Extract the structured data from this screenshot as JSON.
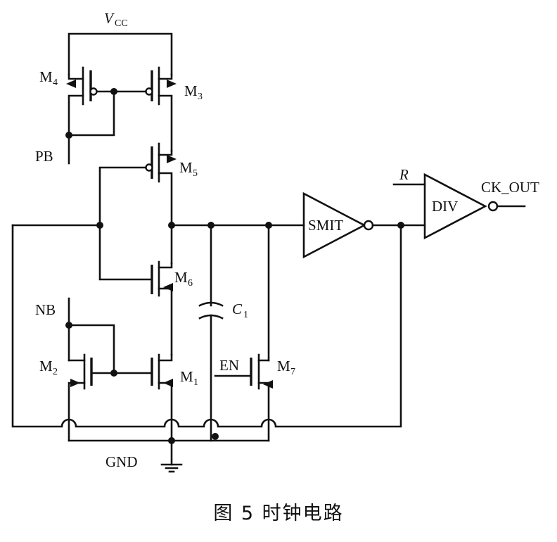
{
  "labels": {
    "vcc": "V",
    "vcc_sub": "CC",
    "m4": "M",
    "m4_sub": "4",
    "m3": "M",
    "m3_sub": "3",
    "m5": "M",
    "m5_sub": "5",
    "m6": "M",
    "m6_sub": "6",
    "m2": "M",
    "m2_sub": "2",
    "m1": "M",
    "m1_sub": "1",
    "m7": "M",
    "m7_sub": "7",
    "pb": "PB",
    "nb": "NB",
    "en": "EN",
    "c1": "C",
    "c1_sub": "1",
    "gnd": "GND",
    "r": "R",
    "smit": "SMIT",
    "div": "DIV",
    "ck_out": "CK_OUT"
  },
  "caption": "图 5  时钟电路"
}
